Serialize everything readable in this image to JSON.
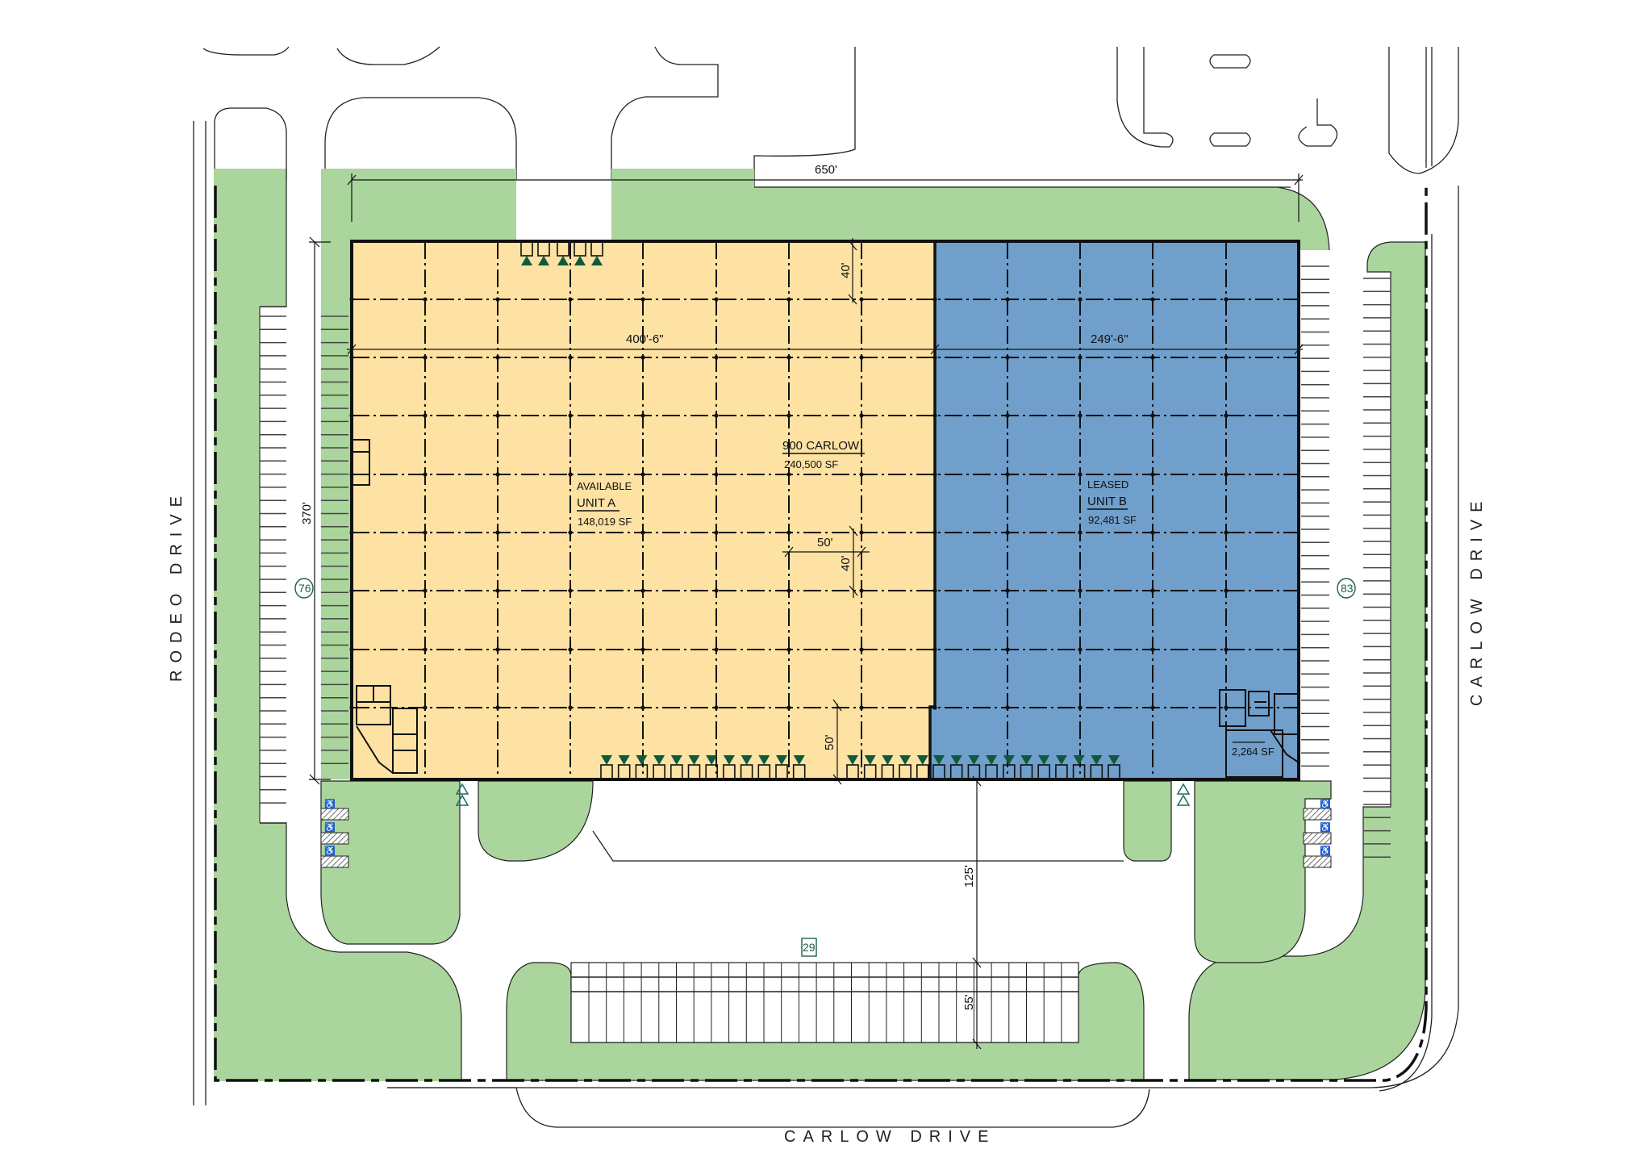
{
  "title": "900 CARLOW",
  "colors": {
    "unit_a": "#fde2a3",
    "unit_b": "#6f9fca",
    "landscape": "#aad59c",
    "dock_marker": "#0d5a3c",
    "badge": "#1d5e4e",
    "line": "#111111"
  },
  "building": {
    "name": "900 CARLOW",
    "area": "240,500 SF"
  },
  "units": [
    {
      "status": "AVAILABLE",
      "name": "UNIT A",
      "area": "148,019 SF"
    },
    {
      "status": "LEASED",
      "name": "UNIT B",
      "area": "92,481 SF",
      "office_area": "2,264 SF"
    }
  ],
  "dimensions": {
    "overall_width": "650'",
    "unit_a_width": "400'-6\"",
    "unit_b_width": "249'-6\"",
    "depth": "370'",
    "bay_depth_top": "40'",
    "bay_width": "50'",
    "bay_depth": "40'",
    "speed_bay": "50'",
    "truck_court": "125'",
    "trailer_parking": "55'"
  },
  "parking_counts": {
    "west": "76",
    "east": "83",
    "south": "29"
  },
  "streets": {
    "west": "RODEO DRIVE",
    "east": "CARLOW DRIVE",
    "south": "CARLOW DRIVE"
  }
}
